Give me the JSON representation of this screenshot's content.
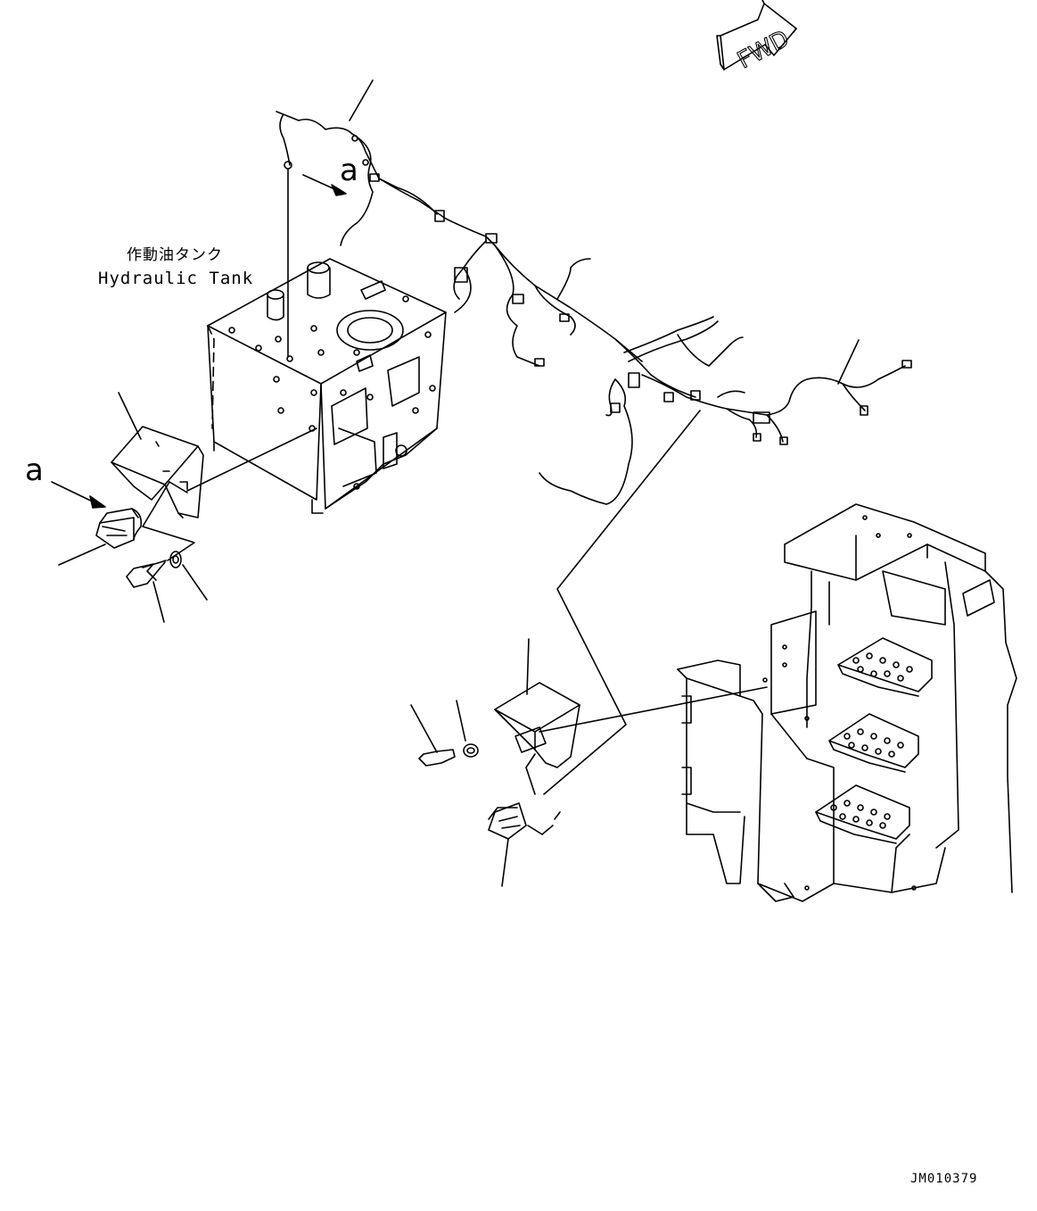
{
  "labels": {
    "tank_jp": "作動油タンク",
    "tank_en": "Hydraulic Tank",
    "view_a_top": "a",
    "view_a_left": "a",
    "forward": "FWD",
    "drawing_code": "JM010379"
  },
  "colors": {
    "line": "#000000",
    "background": "#ffffff"
  }
}
